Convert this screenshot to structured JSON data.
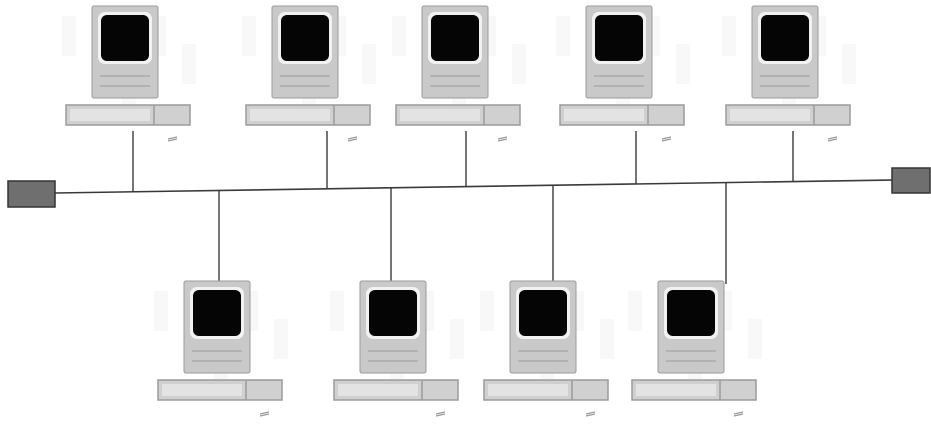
{
  "diagram": {
    "type": "bus-network-topology",
    "colors": {
      "background": "#ffffff",
      "bus_line": "#3a3a3a",
      "terminator": "#6f6f6f",
      "terminator_border": "#333333",
      "computer_body": "#c9c9c9",
      "computer_body_border": "#9a9a9a",
      "screen": "#050505",
      "screen_bezel": "#f2f2f2",
      "keyboard": "#d0d0d0",
      "ghost_marks": "#ececec"
    },
    "terminators": [
      {
        "side": "left",
        "icon": "terminator-block-icon"
      },
      {
        "side": "right",
        "icon": "terminator-block-icon"
      }
    ],
    "computers": [
      {
        "row": "top",
        "index": 1,
        "icon": "desktop-computer-icon"
      },
      {
        "row": "top",
        "index": 2,
        "icon": "desktop-computer-icon"
      },
      {
        "row": "top",
        "index": 3,
        "icon": "desktop-computer-icon"
      },
      {
        "row": "top",
        "index": 4,
        "icon": "desktop-computer-icon"
      },
      {
        "row": "top",
        "index": 5,
        "icon": "desktop-computer-icon"
      },
      {
        "row": "bottom",
        "index": 1,
        "icon": "desktop-computer-icon"
      },
      {
        "row": "bottom",
        "index": 2,
        "icon": "desktop-computer-icon"
      },
      {
        "row": "bottom",
        "index": 3,
        "icon": "desktop-computer-icon"
      },
      {
        "row": "bottom",
        "index": 4,
        "icon": "desktop-computer-icon"
      }
    ]
  }
}
